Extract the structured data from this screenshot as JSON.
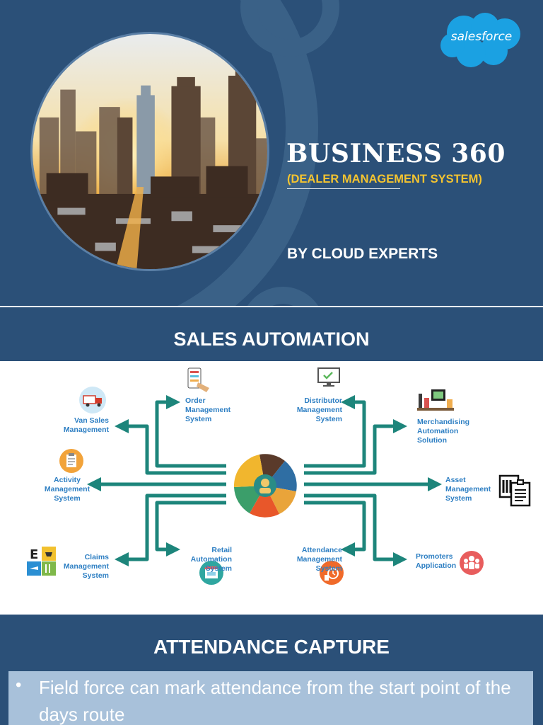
{
  "slide1": {
    "logo_text": "salesforce",
    "title": "BUSINESS 360",
    "subtitle": "(DEALER MANAGEMENT SYSTEM)",
    "byline": "BY CLOUD EXPERTS",
    "photo_icon": "city-skyline-icon",
    "colors": {
      "background": "#2b5078",
      "accent": "#f4c430",
      "logo": "#1ba1e2"
    }
  },
  "slide2": {
    "title": "SALES AUTOMATION",
    "center_icon": "sales-wheel-icon",
    "nodes": {
      "van_sales": {
        "label": "Van Sales\nManagement",
        "icon": "delivery-truck-icon"
      },
      "order_mgmt": {
        "label": "Order\nManagement\nSystem",
        "icon": "order-tablet-icon"
      },
      "activity_mgmt": {
        "label": "Activity\nManagement\nSystem",
        "icon": "activity-clipboard-icon"
      },
      "claims_mgmt": {
        "label": "Claims\nManagement\nSystem",
        "icon": "expense-claims-icon"
      },
      "retail_auto": {
        "label": "Retail\nAutomation\nSystem",
        "icon": "retail-store-icon"
      },
      "distributor_mgmt": {
        "label": "Distributor\nManagement\nSystem",
        "icon": "monitor-check-icon"
      },
      "merch_auto": {
        "label": "Merchandising\nAutomation\nSolution",
        "icon": "merchandising-shelf-icon"
      },
      "asset_mgmt": {
        "label": "Asset\nManagement\nSystem",
        "icon": "document-files-icon"
      },
      "attendance_mgmt": {
        "label": "Attendance\nManagement\nSystem",
        "icon": "attendance-clock-icon"
      },
      "promoters_app": {
        "label": "Promoters\nApplication",
        "icon": "promoters-people-icon"
      }
    },
    "colors": {
      "arrow": "#1d857b",
      "label": "#2e7fc3"
    }
  },
  "slide3": {
    "title": "ATTENDANCE CAPTURE",
    "bullets": [
      "Field force can mark attendance from the start point of the days route"
    ]
  }
}
